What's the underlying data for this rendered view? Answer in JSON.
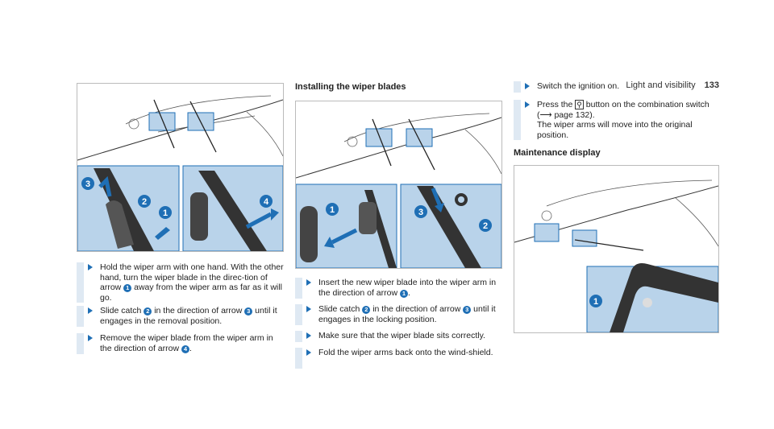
{
  "header": {
    "section": "Light and visibility",
    "page": "133"
  },
  "removing": {
    "steps": [
      {
        "parts": [
          "Hold the wiper arm with one hand. With the other hand, turn the wiper blade in the direc-tion of arrow ",
          "1",
          " away from the wiper arm as far as it will go."
        ]
      },
      {
        "parts": [
          "Slide catch ",
          "2",
          " in the direction of arrow ",
          "3",
          " until it engages in the removal position."
        ]
      },
      {
        "parts": [
          "Remove the wiper blade from the wiper arm in the direction of arrow ",
          "4",
          "."
        ]
      }
    ]
  },
  "installing": {
    "heading": "Installing the wiper blades",
    "steps": [
      {
        "parts": [
          "Insert the new wiper blade into the wiper arm in the direction of arrow ",
          "1",
          "."
        ]
      },
      {
        "parts": [
          "Slide catch ",
          "2",
          " in the direction of arrow ",
          "3",
          " until it engages in the locking position."
        ]
      },
      {
        "parts": [
          "Make sure that the wiper blade sits correctly."
        ]
      },
      {
        "parts": [
          "Fold the wiper arms back onto the wind-shield."
        ]
      }
    ]
  },
  "right_col": {
    "step1": "Switch the ignition on.",
    "step2_a": "Press the ",
    "step2_icon": "⚲",
    "step2_b": " button on the combination switch (",
    "step2_ref": "⟶ page 132).",
    "step2_c": "The wiper arms will move into the original position.",
    "maintenance_heading": "Maintenance display"
  },
  "callouts": {
    "fig1": [
      "3",
      "2",
      "1",
      "4"
    ],
    "fig2": [
      "1",
      "3",
      "2"
    ],
    "fig3": [
      "1"
    ]
  },
  "colors": {
    "accent": "#1f6fb5",
    "panel": "#b9d3ea",
    "bar": "#dfe9f3"
  },
  "icons": {
    "bullet": "triangle-right-icon",
    "wiper-button": "wiper-switch-icon"
  }
}
